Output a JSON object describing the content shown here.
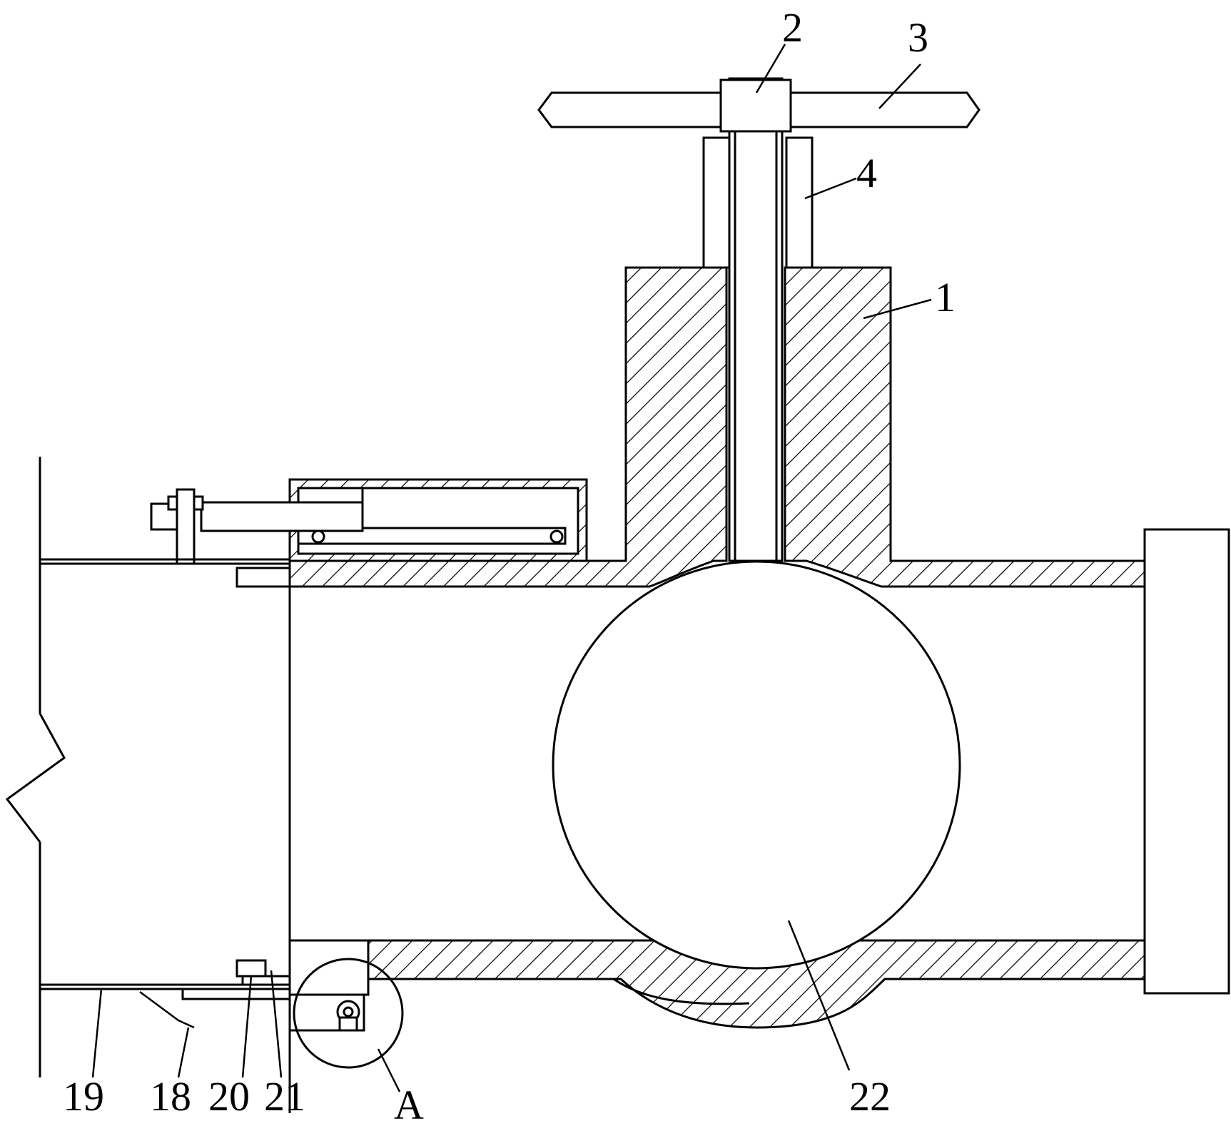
{
  "labels": {
    "l1": "1",
    "l2": "2",
    "l3": "3",
    "l4": "4",
    "l18": "18",
    "l19": "19",
    "l20": "20",
    "l21": "21",
    "l22": "22",
    "lA": "A"
  },
  "colors": {
    "line": "#000000",
    "background": "#ffffff"
  }
}
